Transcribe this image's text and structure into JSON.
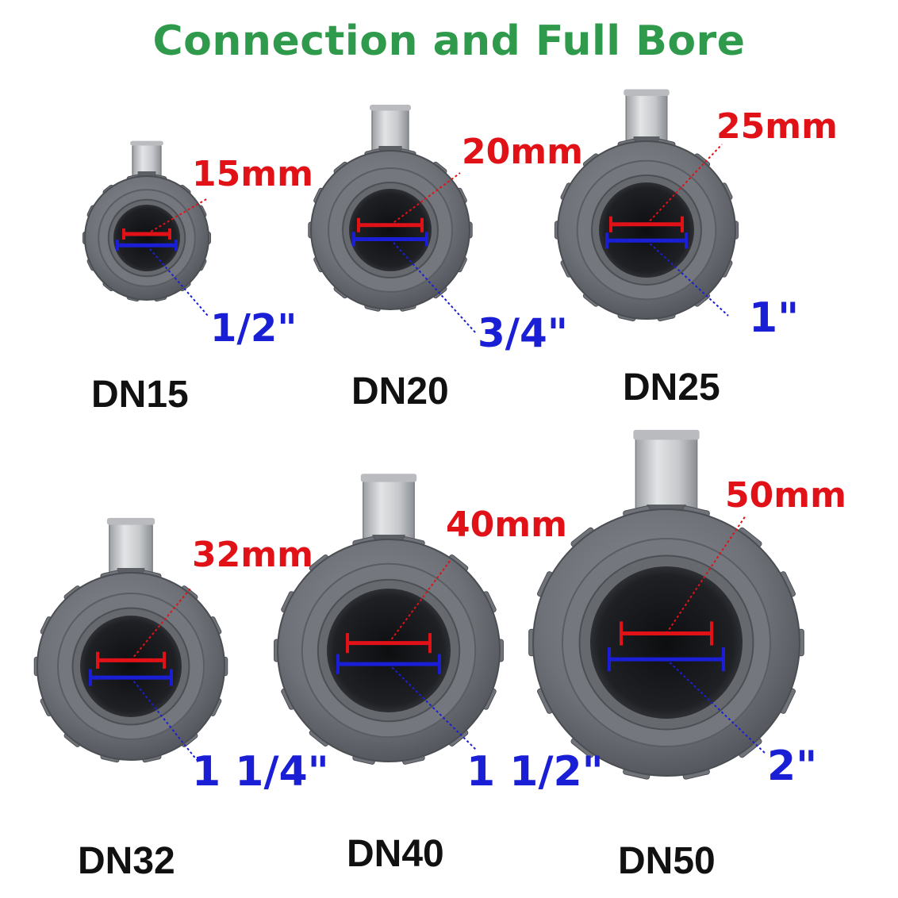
{
  "title": "Connection and Full Bore",
  "colors": {
    "title": "#2f9a4c",
    "bore_mm": "#e01218",
    "connection_inch": "#1a1fd6",
    "dn_label": "#111111"
  },
  "valves": [
    {
      "dn": "DN15",
      "bore": "15mm",
      "connection": "1/2\""
    },
    {
      "dn": "DN20",
      "bore": "20mm",
      "connection": "3/4\""
    },
    {
      "dn": "DN25",
      "bore": "25mm",
      "connection": "1\""
    },
    {
      "dn": "DN32",
      "bore": "32mm",
      "connection": "1 1/4\""
    },
    {
      "dn": "DN40",
      "bore": "40mm",
      "connection": "1 1/2\""
    },
    {
      "dn": "DN50",
      "bore": "50mm",
      "connection": "2\""
    }
  ]
}
